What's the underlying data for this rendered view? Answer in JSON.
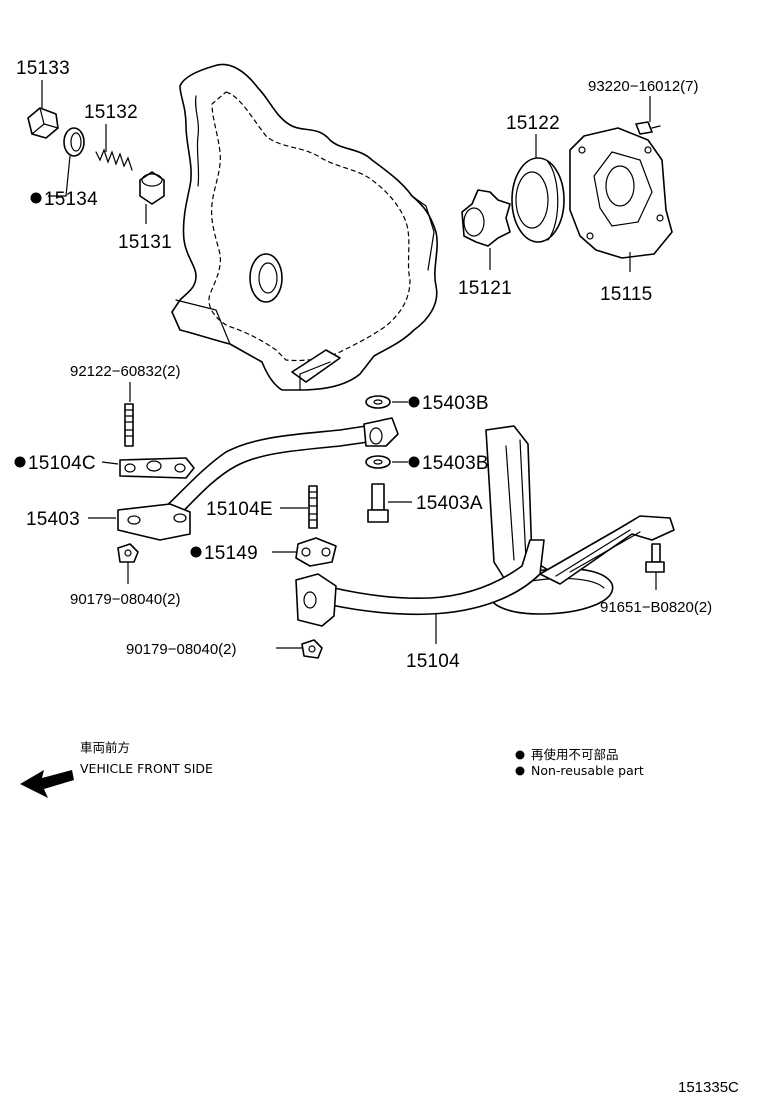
{
  "parts": {
    "p15133": "15133",
    "p15132": "15132",
    "p15134": "15134",
    "p15131": "15131",
    "p15122": "15122",
    "p93220": "93220−16012(7)",
    "p15121": "15121",
    "p15115": "15115",
    "p92122": "92122−60832(2)",
    "p15403B_top": "15403B",
    "p15104C": "15104C",
    "p15403B_mid": "15403B",
    "p15403": "15403",
    "p15104E": "15104E",
    "p15403A": "15403A",
    "p15149": "15149",
    "p90179_a": "90179−08040(2)",
    "p91651": "91651−B0820(2)",
    "p90179_b": "90179−08040(2)",
    "p15104": "15104"
  },
  "direction": {
    "jp": "車両前方",
    "en": "VEHICLE FRONT SIDE"
  },
  "legend": {
    "jp": "再使用不可部品",
    "en": "Non-reusable part"
  },
  "illustration_ref": "151335C",
  "colors": {
    "ink": "#000000",
    "background": "#ffffff"
  },
  "icons": {
    "non_reusable_marker": "filled-dot-icon",
    "direction_marker": "arrow-left-icon"
  }
}
